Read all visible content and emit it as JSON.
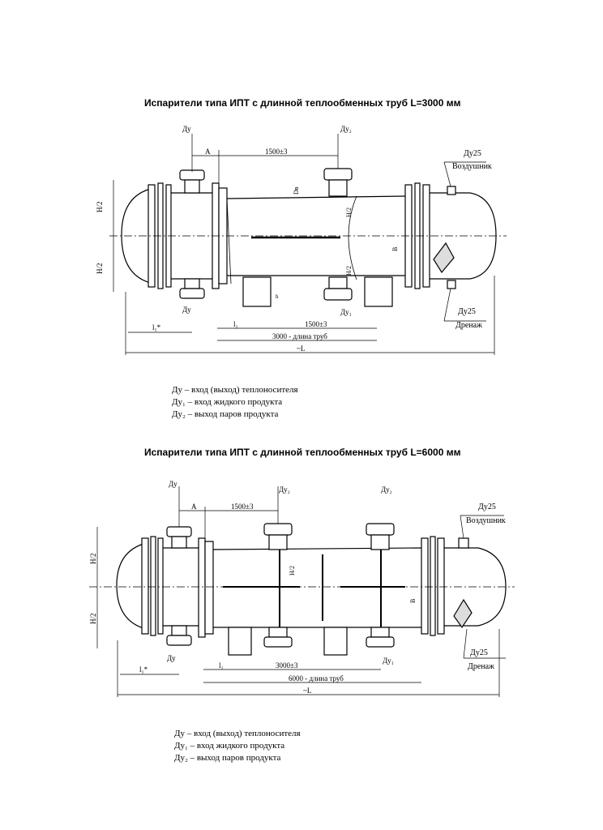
{
  "d1": {
    "title": "Испарители типа ИПТ с длинной теплообменных труб L=3000 мм",
    "labels": {
      "du_top": "Ду",
      "du2_top": "Ду₂",
      "a": "A",
      "pitch_top": "1500±3",
      "du25_air": "Ду25",
      "air": "Воздушник",
      "h2_left": "H/2",
      "h2_left_low": "H/2",
      "dv": "Dв",
      "h2_mid": "H/2",
      "h2_mid_low": "H/2",
      "b": "B",
      "h": "h",
      "du_bottom": "Ду",
      "du1_bottom": "Ду₁",
      "du25_drain": "Ду25",
      "drain": "Дренаж",
      "l1": "l₁*",
      "l2": "l₂",
      "pitch_bottom": "1500±3",
      "tube_len": "3000 - длина труб",
      "total_len": "~L"
    },
    "legend": [
      "Ду – вход (выход) теплоносителя",
      "Ду₁ – вход жидкого продукта",
      "Ду₂ – выход паров продукта"
    ]
  },
  "d2": {
    "title": "Испарители типа ИПТ с длинной теплообменных труб L=6000 мм",
    "labels": {
      "du_top": "Ду",
      "du2_top_a": "Ду₂",
      "du2_top_b": "Ду₂",
      "a": "A",
      "pitch_top": "1500±3",
      "du25_air": "Ду25",
      "air": "Воздушник",
      "h2_left": "H/2",
      "h2_left_low": "H/2",
      "h2_mid": "H/2",
      "b": "B",
      "du_bottom": "Ду",
      "du1_bottom": "Ду₁",
      "du25_drain": "Ду25",
      "drain": "Дренаж",
      "l1": "l₁*",
      "l2": "l₂",
      "pitch_bottom": "3000±3",
      "tube_len": "6000 - длина труб",
      "total_len": "~L"
    },
    "legend": [
      "Ду – вход (выход) теплоносителя",
      "Ду₁ – вход жидкого продукта",
      "Ду₂ – выход паров продукта"
    ]
  }
}
